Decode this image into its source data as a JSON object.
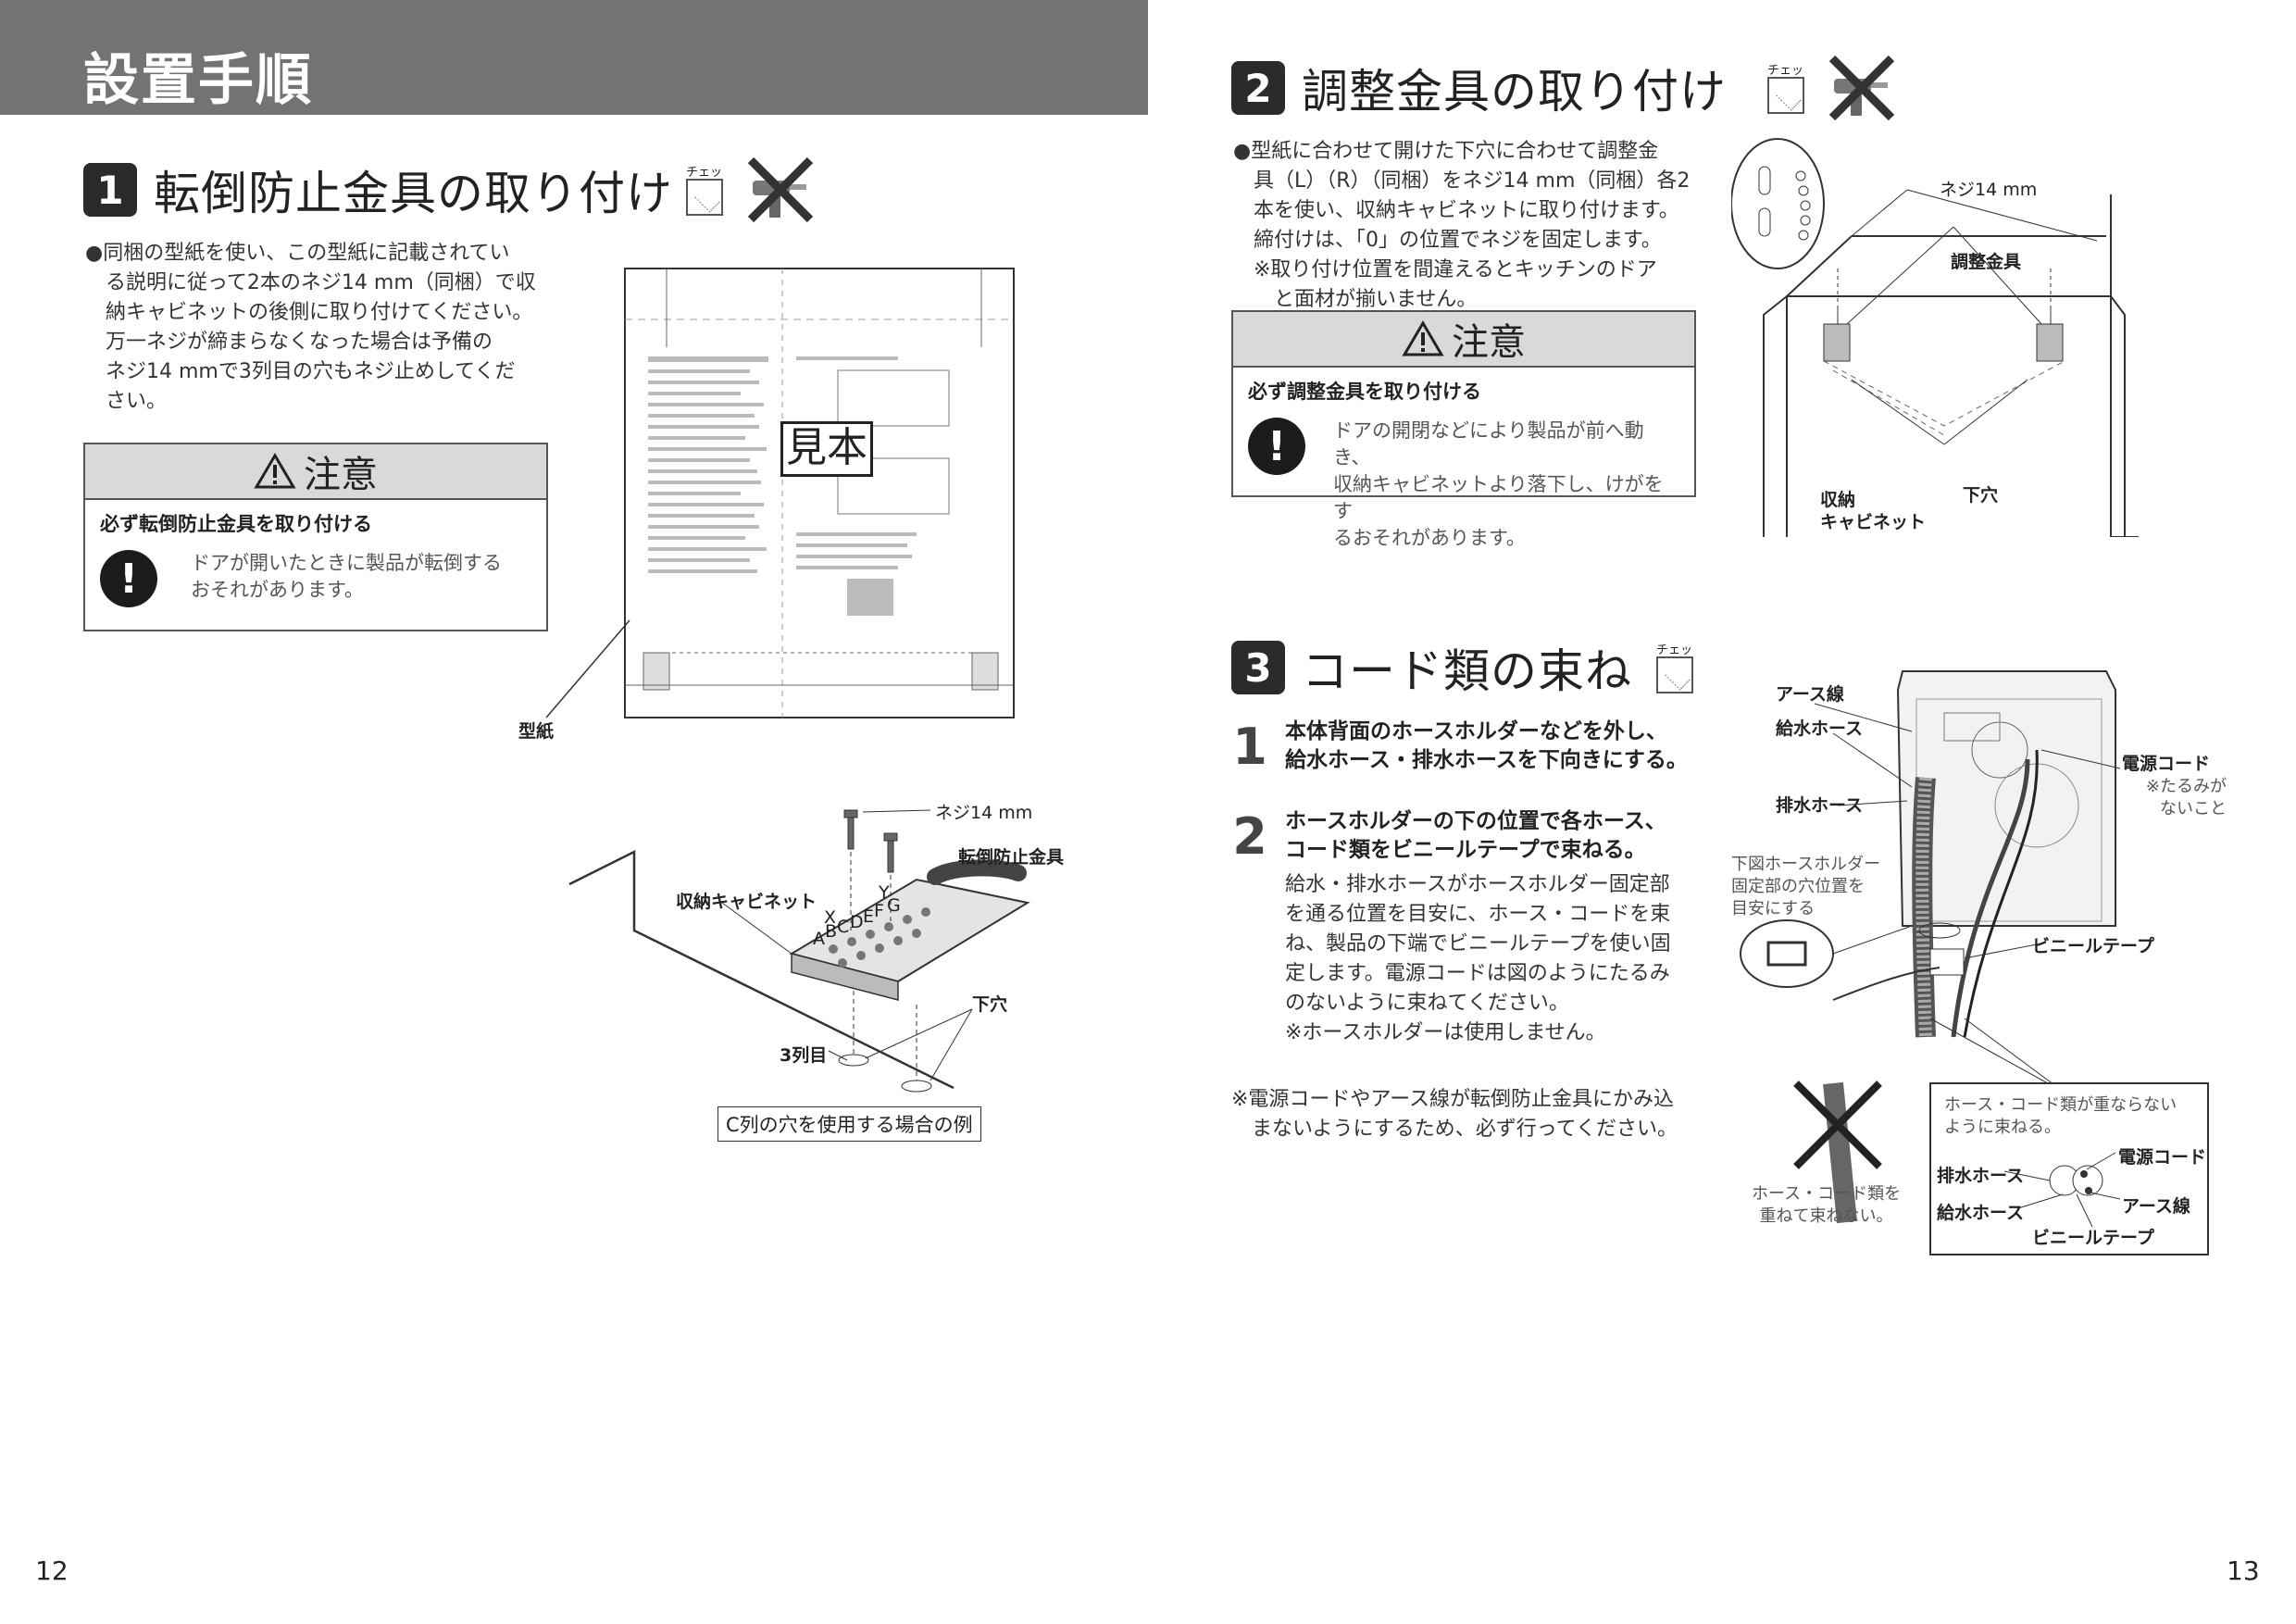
{
  "header": {
    "title": "設置手順"
  },
  "check_label": "チェック",
  "step1": {
    "number": "1",
    "title": "転倒防止金具の取り付け",
    "lines": [
      "●同梱の型紙を使い、この型紙に記載されてい",
      "る説明に従って2本のネジ14 mm（同梱）で収",
      "納キャビネットの後側に取り付けてください。",
      "万一ネジが締まらなくなった場合は予備の",
      "ネジ14 mmで3列目の穴もネジ止めしてくだ",
      "さい。"
    ],
    "caution": {
      "heading": "注意",
      "sub": "必ず転倒防止金具を取り付ける",
      "lines": [
        "ドアが開いたときに製品が転倒する",
        "おそれがあります。"
      ]
    },
    "template_labels": {
      "sample": "見本",
      "template": "型紙",
      "screw": "ネジ14 mm",
      "bracket": "転倒防止金具",
      "cabinet": "収納キャビネット",
      "letters": [
        "X",
        "A",
        "B",
        "C",
        "D",
        "E",
        "F",
        "G",
        "Y"
      ],
      "pilot_hole": "下穴",
      "row3": "3列目",
      "example": "C列の穴を使用する場合の例"
    }
  },
  "step2": {
    "number": "2",
    "title": "調整金具の取り付け",
    "lines": [
      "●型紙に合わせて開けた下穴に合わせて調整金",
      "具（L）（R）（同梱）をネジ14 mm（同梱）各2",
      "本を使い、収納キャビネットに取り付けます。",
      "締付けは、「0」の位置でネジを固定します。",
      "※取り付け位置を間違えるとキッチンのドア",
      "と面材が揃いません。"
    ],
    "caution": {
      "heading": "注意",
      "sub": "必ず調整金具を取り付ける",
      "lines": [
        "ドアの開閉などにより製品が前へ動き、",
        "収納キャビネットより落下し、けがをす",
        "るおそれがあります。"
      ]
    },
    "diagram_labels": {
      "screw": "ネジ14 mm",
      "bracket": "調整金具",
      "pilot_hole": "下穴",
      "cabinet_line1": "収納",
      "cabinet_line2": "キャビネット"
    }
  },
  "step3": {
    "number": "3",
    "title": "コード類の束ね",
    "sub1": {
      "num": "1",
      "lines": [
        "本体背面のホースホルダーなどを外し、",
        "給水ホース・排水ホースを下向きにする。"
      ]
    },
    "sub2": {
      "num": "2",
      "lines": [
        "ホースホルダーの下の位置で各ホース、",
        "コード類をビニールテープで束ねる。"
      ],
      "body": [
        "給水・排水ホースがホースホルダー固定部",
        "を通る位置を目安に、ホース・コードを束",
        "ね、製品の下端でビニールテープを使い固",
        "定します。電源コードは図のようにたるみ",
        "のないように束ねてください。",
        "※ホースホルダーは使用しません。"
      ]
    },
    "note": [
      "※電源コードやアース線が転倒防止金具にかみ込",
      "まないようにするため、必ず行ってください。"
    ],
    "diagram_labels": {
      "earth": "アース線",
      "supply_hose": "給水ホース",
      "drain_hose": "排水ホース",
      "power_cord": "電源コード",
      "no_slack_1": "※たるみが",
      "no_slack_2": "ないこと",
      "holder_1": "下図ホースホルダー",
      "holder_2": "固定部の穴位置を",
      "holder_3": "目安にする",
      "vinyl_tape": "ビニールテープ",
      "wrong_1": "ホース・コード類を",
      "wrong_2": "重ねて束ねない。",
      "right_1": "ホース・コード類が重ならない",
      "right_2": "ように束ねる。",
      "cs_power": "電源コード",
      "cs_drain": "排水ホース",
      "cs_earth": "アース線",
      "cs_supply": "給水ホース",
      "cs_tape": "ビニールテープ"
    }
  },
  "page_numbers": {
    "left": "12",
    "right": "13"
  }
}
